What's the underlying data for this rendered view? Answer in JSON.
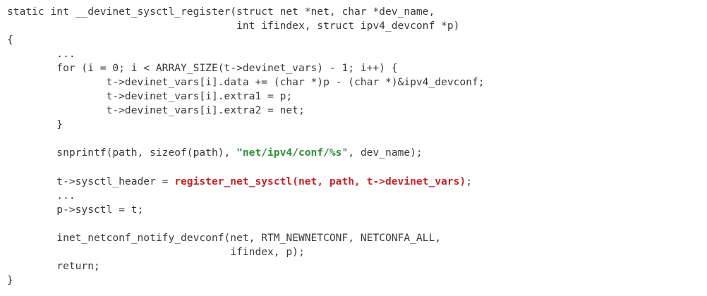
{
  "colors": {
    "text": "#3a3a3a",
    "string": "#2f8f3a",
    "highlight": "#c3262c"
  },
  "lines": [
    [
      {
        "t": "static int __devinet_sysctl_register(struct net *net, char *dev_name,",
        "c": ""
      }
    ],
    [
      {
        "t": "                                     int ifindex, struct ipv4_devconf *p)",
        "c": ""
      }
    ],
    [
      {
        "t": "{",
        "c": ""
      }
    ],
    [
      {
        "t": "        ...",
        "c": ""
      }
    ],
    [
      {
        "t": "        for (i = 0; i < ARRAY_SIZE(t->devinet_vars) - 1; i++) {",
        "c": ""
      }
    ],
    [
      {
        "t": "                t->devinet_vars[i].data += (char *)p - (char *)&ipv4_devconf;",
        "c": ""
      }
    ],
    [
      {
        "t": "                t->devinet_vars[i].extra1 = p;",
        "c": ""
      }
    ],
    [
      {
        "t": "                t->devinet_vars[i].extra2 = net;",
        "c": ""
      }
    ],
    [
      {
        "t": "        }",
        "c": ""
      }
    ],
    [
      {
        "t": "",
        "c": ""
      }
    ],
    [
      {
        "t": "        snprintf(path, sizeof(path), ",
        "c": ""
      },
      {
        "t": "\"net/ipv4/conf/%s",
        "c": "green"
      },
      {
        "t": "\", dev_name);",
        "c": ""
      }
    ],
    [
      {
        "t": "",
        "c": ""
      }
    ],
    [
      {
        "t": "        t->sysctl_header = ",
        "c": ""
      },
      {
        "t": "register_net_sysctl(net, path, t->devinet_vars)",
        "c": "red"
      },
      {
        "t": ";",
        "c": ""
      }
    ],
    [
      {
        "t": "        ...",
        "c": ""
      }
    ],
    [
      {
        "t": "        p->sysctl = t;",
        "c": ""
      }
    ],
    [
      {
        "t": "",
        "c": ""
      }
    ],
    [
      {
        "t": "        inet_netconf_notify_devconf(net, RTM_NEWNETCONF, NETCONFA_ALL,",
        "c": ""
      }
    ],
    [
      {
        "t": "                                    ifindex, p);",
        "c": ""
      }
    ],
    [
      {
        "t": "        return;",
        "c": ""
      }
    ],
    [
      {
        "t": "}",
        "c": ""
      }
    ]
  ]
}
